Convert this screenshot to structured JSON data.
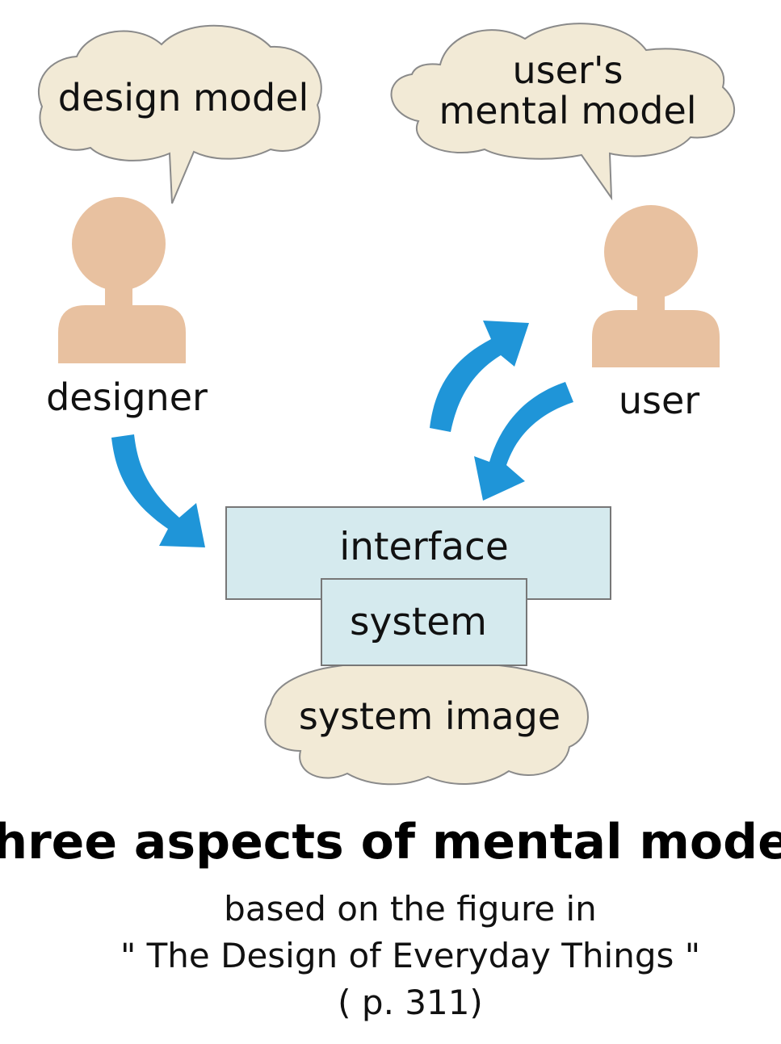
{
  "diagram": {
    "designer_bubble": "design model",
    "user_bubble_line1": "user's",
    "user_bubble_line2": "mental model",
    "designer_label": "designer",
    "user_label": "user",
    "interface_label": "interface",
    "system_label": "system",
    "system_image_label": "system image"
  },
  "caption": {
    "title": "three aspects of mental model",
    "line1": "based on the figure in",
    "line2": "\" The Design of Everyday Things \"",
    "line3": "( p. 311)"
  },
  "colors": {
    "arrow": "#1f95d8",
    "person": "#e8c1a0",
    "cloud_fill": "#f2ead6",
    "box_fill": "#d5eaee"
  }
}
